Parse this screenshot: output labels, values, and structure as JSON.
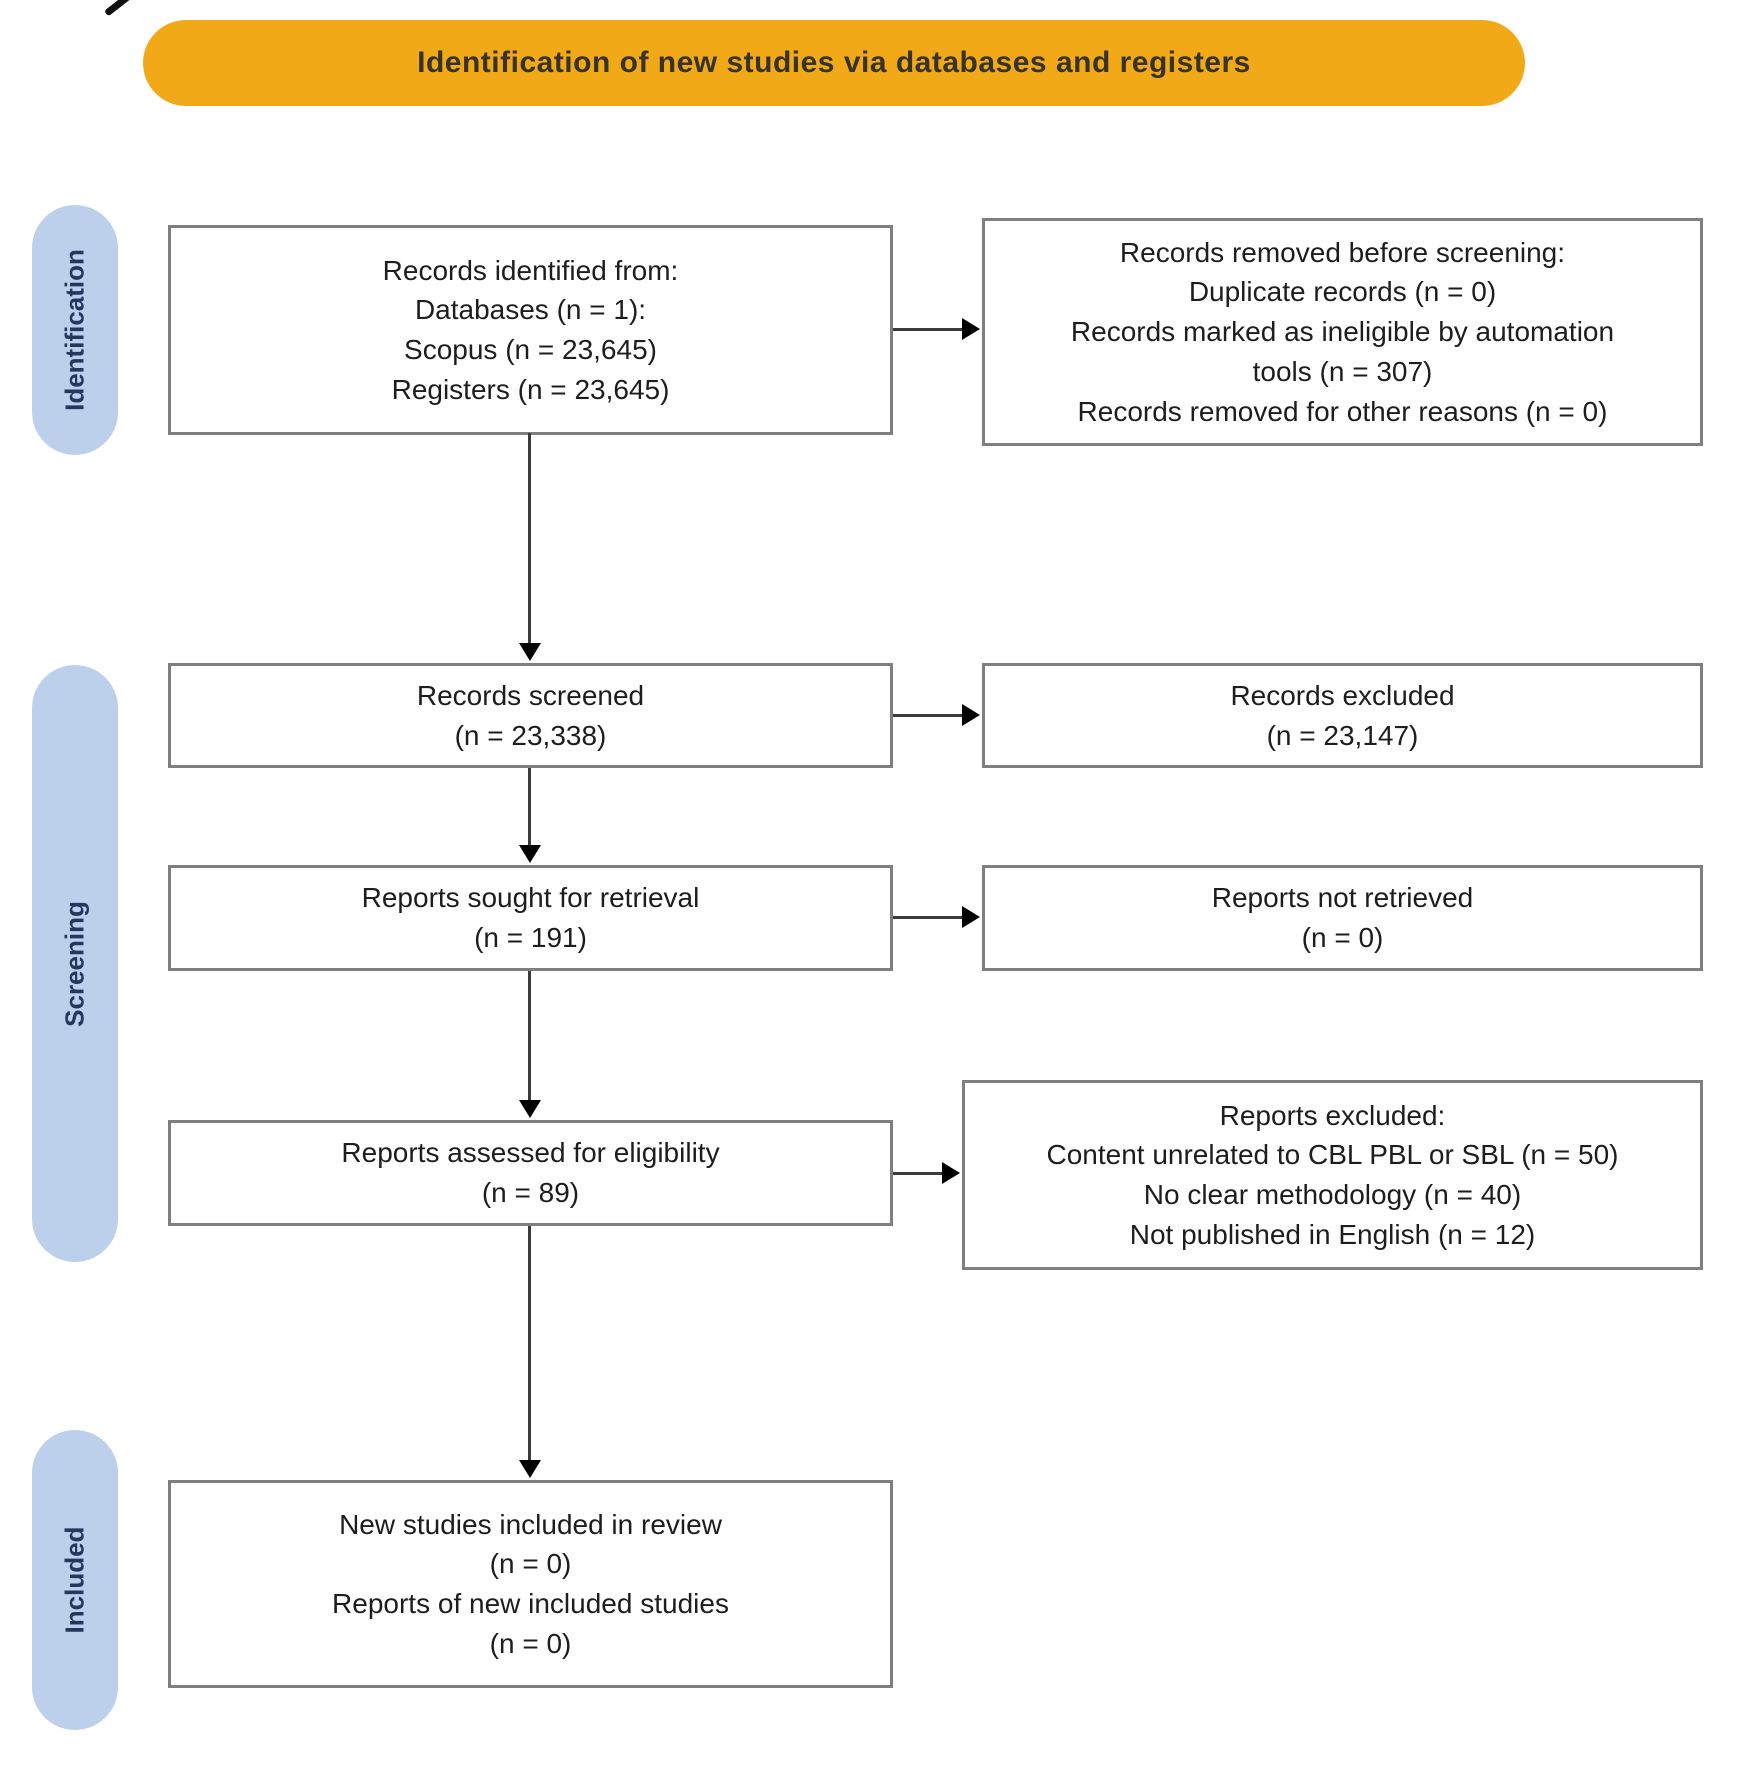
{
  "banner": {
    "title": "Identification of new studies via databases and registers"
  },
  "stages": [
    {
      "label": "Identification"
    },
    {
      "label": "Screening"
    },
    {
      "label": "Included"
    }
  ],
  "boxes": {
    "records_identified": "Records identified from:\nDatabases (n = 1):\nScopus (n = 23,645)\nRegisters (n = 23,645)",
    "records_removed": "Records removed before screening:\nDuplicate records (n = 0)\nRecords marked as ineligible by automation\ntools (n = 307)\nRecords removed for other reasons (n = 0)",
    "records_screened": "Records screened\n(n = 23,338)",
    "records_excluded": "Records excluded\n(n = 23,147)",
    "reports_sought": "Reports sought for retrieval\n(n = 191)",
    "reports_not_retrieved": "Reports not retrieved\n(n = 0)",
    "reports_assessed": "Reports assessed for eligibility\n(n = 89)",
    "reports_excluded": "Reports excluded:\nContent unrelated to CBL PBL or SBL (n = 50)\nNo clear methodology (n = 40)\nNot published in English (n = 12)",
    "new_studies_included": "New studies included in review\n(n = 0)\nReports of new included studies\n(n = 0)"
  },
  "colors": {
    "background": "#FFFFFF",
    "banner_bg": "#F2A918",
    "banner_text": "#37322A",
    "pill_bg": "#BCD0EC",
    "pill_text": "#24375C",
    "box_border": "#7F7F7F",
    "box_text": "#1D1D1D",
    "arrow": "#000000"
  }
}
